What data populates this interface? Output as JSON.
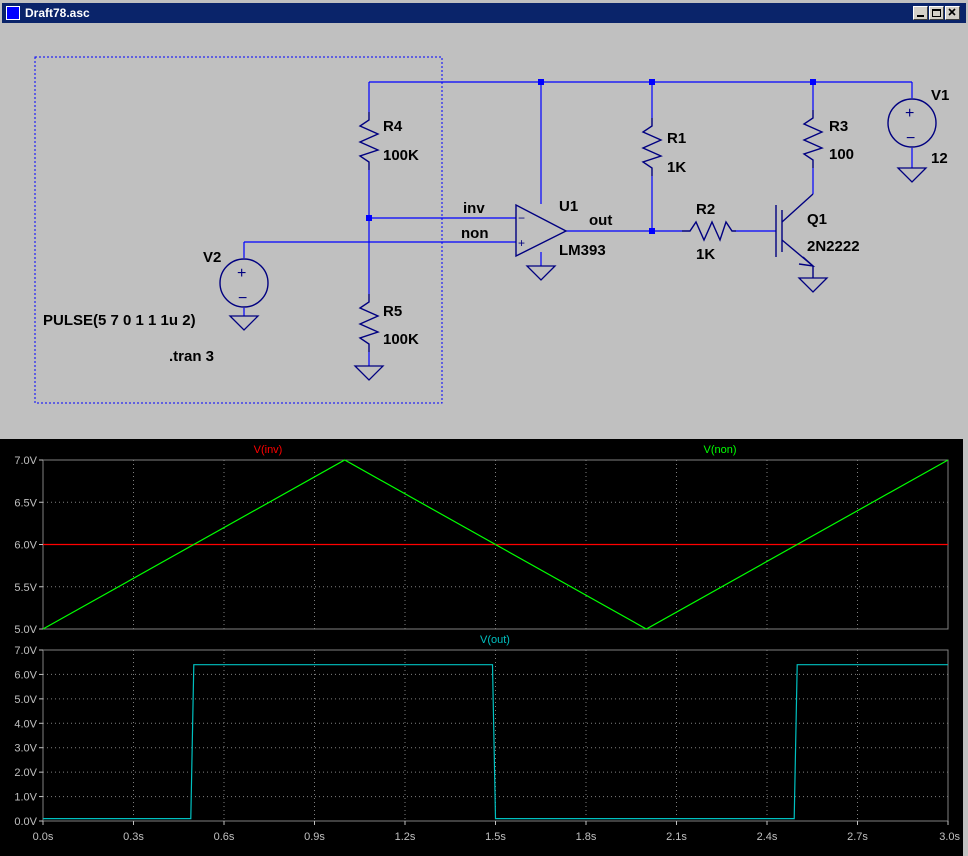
{
  "window": {
    "title": "Draft78.asc"
  },
  "colors": {
    "inv": "#ff0000",
    "non": "#00ff00",
    "out": "#00c0c0",
    "wire": "#0000ff"
  },
  "schematic": {
    "v1": {
      "name": "V1",
      "value": "12"
    },
    "v2": {
      "name": "V2",
      "value": "PULSE(5 7 0 1 1 1u 2)"
    },
    "r1": {
      "name": "R1",
      "value": "1K"
    },
    "r2": {
      "name": "R2",
      "value": "1K"
    },
    "r3": {
      "name": "R3",
      "value": "100"
    },
    "r4": {
      "name": "R4",
      "value": "100K"
    },
    "r5": {
      "name": "R5",
      "value": "100K"
    },
    "u1": {
      "name": "U1",
      "value": "LM393"
    },
    "q1": {
      "name": "Q1",
      "value": "2N2222"
    },
    "net_inv": "inv",
    "net_non": "non",
    "net_out": "out",
    "opamp_minus": "−",
    "opamp_plus": "+",
    "src_plus": "+",
    "src_minus": "−",
    "directive": ".tran 3"
  },
  "chart_data": [
    {
      "type": "line",
      "series": [
        {
          "name": "V(inv)",
          "color": "#ff0000",
          "points": [
            [
              0,
              6.0
            ],
            [
              3.0,
              6.0
            ]
          ]
        },
        {
          "name": "V(non)",
          "color": "#00ff00",
          "points": [
            [
              0,
              5.0
            ],
            [
              1.0,
              7.0
            ],
            [
              2.0,
              5.0
            ],
            [
              3.0,
              7.0
            ]
          ]
        }
      ],
      "xlim": [
        0,
        3.0
      ],
      "ylim": [
        5.0,
        7.0
      ],
      "yticks": [
        "5.0V",
        "5.5V",
        "6.0V",
        "6.5V",
        "7.0V"
      ],
      "grid": true
    },
    {
      "type": "line",
      "series": [
        {
          "name": "V(out)",
          "color": "#00c0c0",
          "points": [
            [
              0,
              0.1
            ],
            [
              0.49,
              0.1
            ],
            [
              0.5,
              6.4
            ],
            [
              1.49,
              6.4
            ],
            [
              1.5,
              0.1
            ],
            [
              2.49,
              0.1
            ],
            [
              2.5,
              6.4
            ],
            [
              3.0,
              6.4
            ]
          ]
        }
      ],
      "xlim": [
        0,
        3.0
      ],
      "ylim": [
        0,
        7.0
      ],
      "yticks": [
        "0.0V",
        "1.0V",
        "2.0V",
        "3.0V",
        "4.0V",
        "5.0V",
        "6.0V",
        "7.0V"
      ],
      "xticks": [
        "0.0s",
        "0.3s",
        "0.6s",
        "0.9s",
        "1.2s",
        "1.5s",
        "1.8s",
        "2.1s",
        "2.4s",
        "2.7s",
        "3.0s"
      ],
      "grid": true
    }
  ]
}
